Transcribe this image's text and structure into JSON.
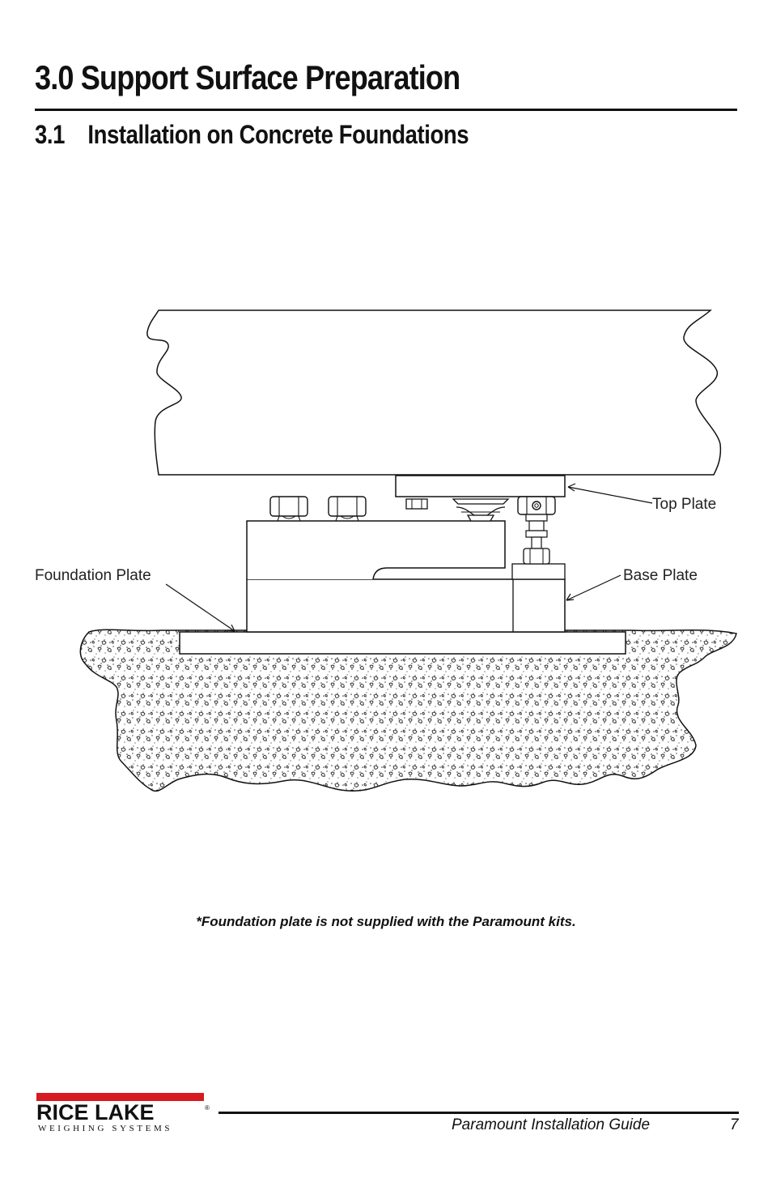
{
  "heading": {
    "section_title": "3.0 Support Surface Preparation",
    "subsection_number": "3.1",
    "subsection_title": "Installation on Concrete Foundations"
  },
  "figure": {
    "callouts": {
      "top_plate": "Top Plate",
      "foundation_plate": "Foundation Plate",
      "base_plate": "Base Plate"
    }
  },
  "note": "*Foundation plate is not supplied with the Paramount kits.",
  "footer": {
    "logo_name": "RICE LAKE",
    "logo_tagline": "WEIGHING SYSTEMS",
    "logo_registered": "®",
    "guide_title": "Paramount Installation Guide",
    "page_number": "7"
  },
  "colors": {
    "brand_red": "#d71920",
    "ink": "#111111"
  }
}
